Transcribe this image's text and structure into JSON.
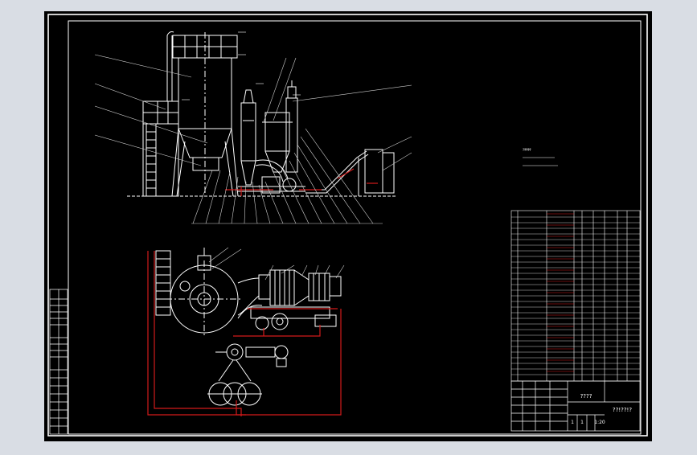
{
  "colors": {
    "background": "#d9dde4",
    "sheet": "#000000",
    "linework": "#ffffff",
    "pipes": "#d21a1a",
    "leader": "#cfcfcf"
  },
  "drawing": {
    "note_lines": [
      "?????"
    ],
    "title_block": {
      "name": "????",
      "number": "??!??!?",
      "scale": "1:20",
      "sheet_cells": [
        "1",
        "1"
      ]
    }
  }
}
